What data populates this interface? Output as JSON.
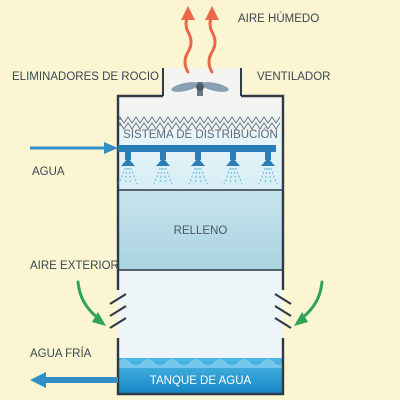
{
  "labels": {
    "aire_humedo": "AIRE HÚMEDO",
    "eliminadores": "ELIMINADORES DE ROCIO",
    "ventilador": "VENTILADOR",
    "sistema": "SISTEMA DE DISTRIBUCIÓN",
    "agua": "AGUA",
    "relleno": "RELLENO",
    "aire_exterior": "AIRE EXTERIOR",
    "agua_fria": "AGUA FRÍA",
    "tanque": "TANQUE DE AGUA"
  },
  "colors": {
    "background": "#fcf5d2",
    "tower_outline": "#2f3a46",
    "air_out_arrow": "#e9694a",
    "water_in_arrow": "#2f8fc4",
    "air_in_arrow": "#2ea556",
    "fill_media": "#b8dbe6",
    "tank_water": "#1f9fd6"
  },
  "icons": {
    "fan": "fan-icon",
    "nozzle": "spray-nozzle-icon"
  }
}
